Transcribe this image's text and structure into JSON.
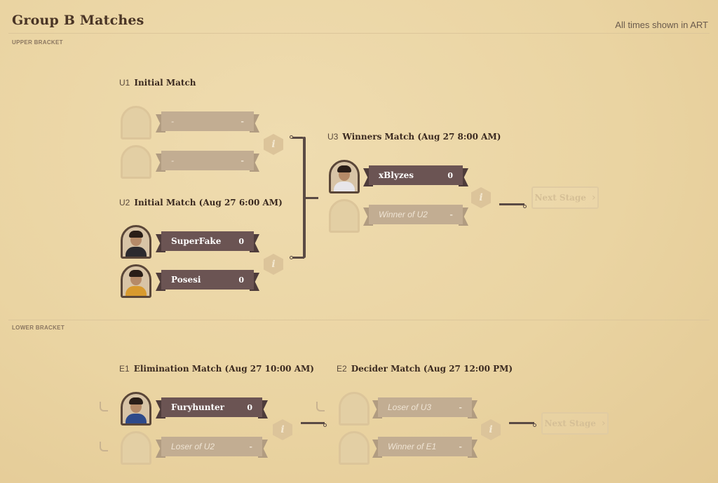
{
  "header": {
    "title": "Group B Matches",
    "timezone": "All times shown in ART"
  },
  "upper_bracket": {
    "label": "UPPER BRACKET",
    "u1": {
      "code": "U1",
      "title": "Initial Match",
      "players": [
        {
          "name": "-",
          "score": "-"
        },
        {
          "name": "-",
          "score": "-"
        }
      ]
    },
    "u2": {
      "code": "U2",
      "title": "Initial Match (Aug 27 6:00 AM)",
      "players": [
        {
          "name": "SuperFake",
          "score": "0"
        },
        {
          "name": "Posesi",
          "score": "0"
        }
      ]
    },
    "u3": {
      "code": "U3",
      "title": "Winners Match (Aug 27 8:00 AM)",
      "players": [
        {
          "name": "xBlyzes",
          "score": "0"
        },
        {
          "name": "Winner of U2",
          "score": "-"
        }
      ]
    },
    "next_stage": "Next Stage"
  },
  "lower_bracket": {
    "label": "LOWER BRACKET",
    "e1": {
      "code": "E1",
      "title": "Elimination Match (Aug 27 10:00 AM)",
      "players": [
        {
          "name": "Furyhunter",
          "score": "0"
        },
        {
          "name": "Loser of U2",
          "score": "-"
        }
      ]
    },
    "e2": {
      "code": "E2",
      "title": "Decider Match (Aug 27 12:00 PM)",
      "players": [
        {
          "name": "Loser of U3",
          "score": "-"
        },
        {
          "name": "Winner of E1",
          "score": "-"
        }
      ]
    },
    "next_stage": "Next Stage"
  },
  "icons": {
    "info": "info-icon",
    "next": "chevron-right-icon"
  },
  "colors": {
    "background": "#ead4a2",
    "banner_dark": "#6b5453",
    "banner_light": "#c2ad92",
    "heading": "#4a3526"
  }
}
